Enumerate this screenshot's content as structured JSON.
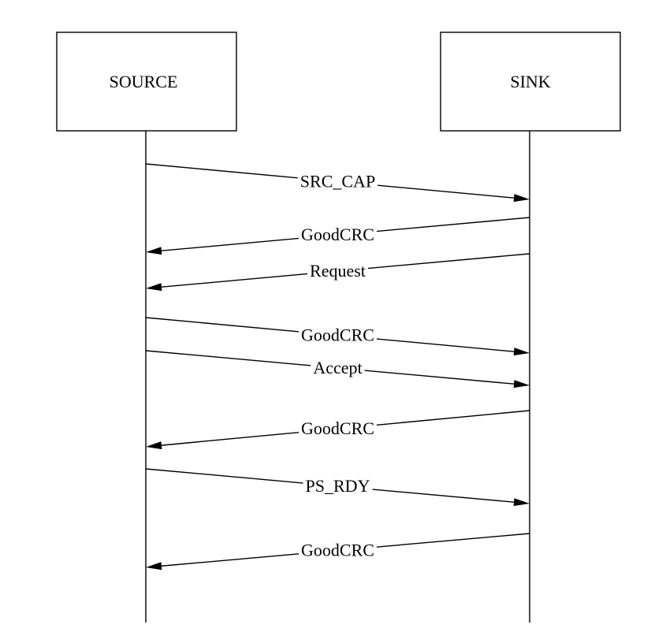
{
  "participants": {
    "source": "SOURCE",
    "sink": "SINK"
  },
  "messages": [
    {
      "label": "SRC_CAP",
      "from": "source",
      "to": "sink"
    },
    {
      "label": "GoodCRC",
      "from": "sink",
      "to": "source"
    },
    {
      "label": "Request",
      "from": "sink",
      "to": "source"
    },
    {
      "label": "GoodCRC",
      "from": "source",
      "to": "sink"
    },
    {
      "label": "Accept",
      "from": "source",
      "to": "sink"
    },
    {
      "label": "GoodCRC",
      "from": "sink",
      "to": "source"
    },
    {
      "label": "PS_RDY",
      "from": "source",
      "to": "sink"
    },
    {
      "label": "GoodCRC",
      "from": "sink",
      "to": "source"
    }
  ]
}
